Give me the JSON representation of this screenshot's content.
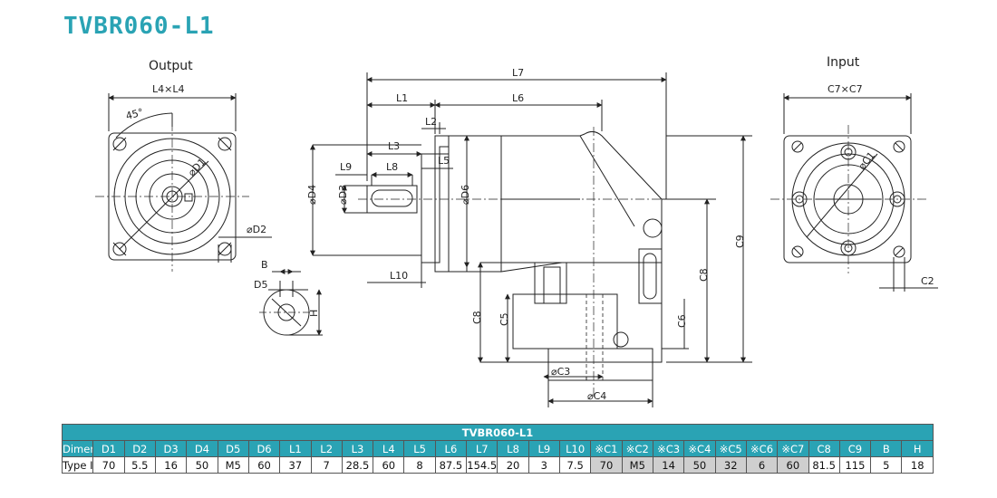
{
  "title": "TVBR060-L1",
  "views": {
    "output": "Output",
    "input": "Input"
  },
  "dims": {
    "L4xL4": "L4×L4",
    "C7xC7": "C7×C7",
    "angle": "45°",
    "D1": "⌀D1",
    "D2": "⌀D2",
    "C1": "⌀C1",
    "C2": "C2",
    "B": "B",
    "D5": "D5",
    "H": "H",
    "L1": "L1",
    "L2": "L2",
    "L3": "L3",
    "L5": "L5",
    "L6": "L6",
    "L7": "L7",
    "L8": "L8",
    "L9": "L9",
    "L10": "L10",
    "D3": "⌀D3",
    "D4": "⌀D4",
    "D6": "⌀D6",
    "C3": "⌀C3",
    "C4": "⌀C4",
    "C5": "C5",
    "C6": "C6",
    "C8a": "C8",
    "C8b": "C8",
    "C9": "C9"
  },
  "table": {
    "caption": "TVBR060-L1",
    "row_header": "Dimension",
    "columns": [
      "D1",
      "D2",
      "D3",
      "D4",
      "D5",
      "D6",
      "L1",
      "L2",
      "L3",
      "L4",
      "L5",
      "L6",
      "L7",
      "L8",
      "L9",
      "L10",
      "※C1",
      "※C2",
      "※C3",
      "※C4",
      "※C5",
      "※C6",
      "※C7",
      "C8",
      "C9",
      "B",
      "H"
    ],
    "row_label": "Type I",
    "values": [
      "70",
      "5.5",
      "16",
      "50",
      "M5",
      "60",
      "37",
      "7",
      "28.5",
      "60",
      "8",
      "87.5",
      "154.5",
      "20",
      "3",
      "7.5",
      "70",
      "M5",
      "14",
      "50",
      "32",
      "6",
      "60",
      "81.5",
      "115",
      "5",
      "18"
    ],
    "shaded": [
      16,
      17,
      18,
      19,
      20,
      21,
      22
    ]
  }
}
